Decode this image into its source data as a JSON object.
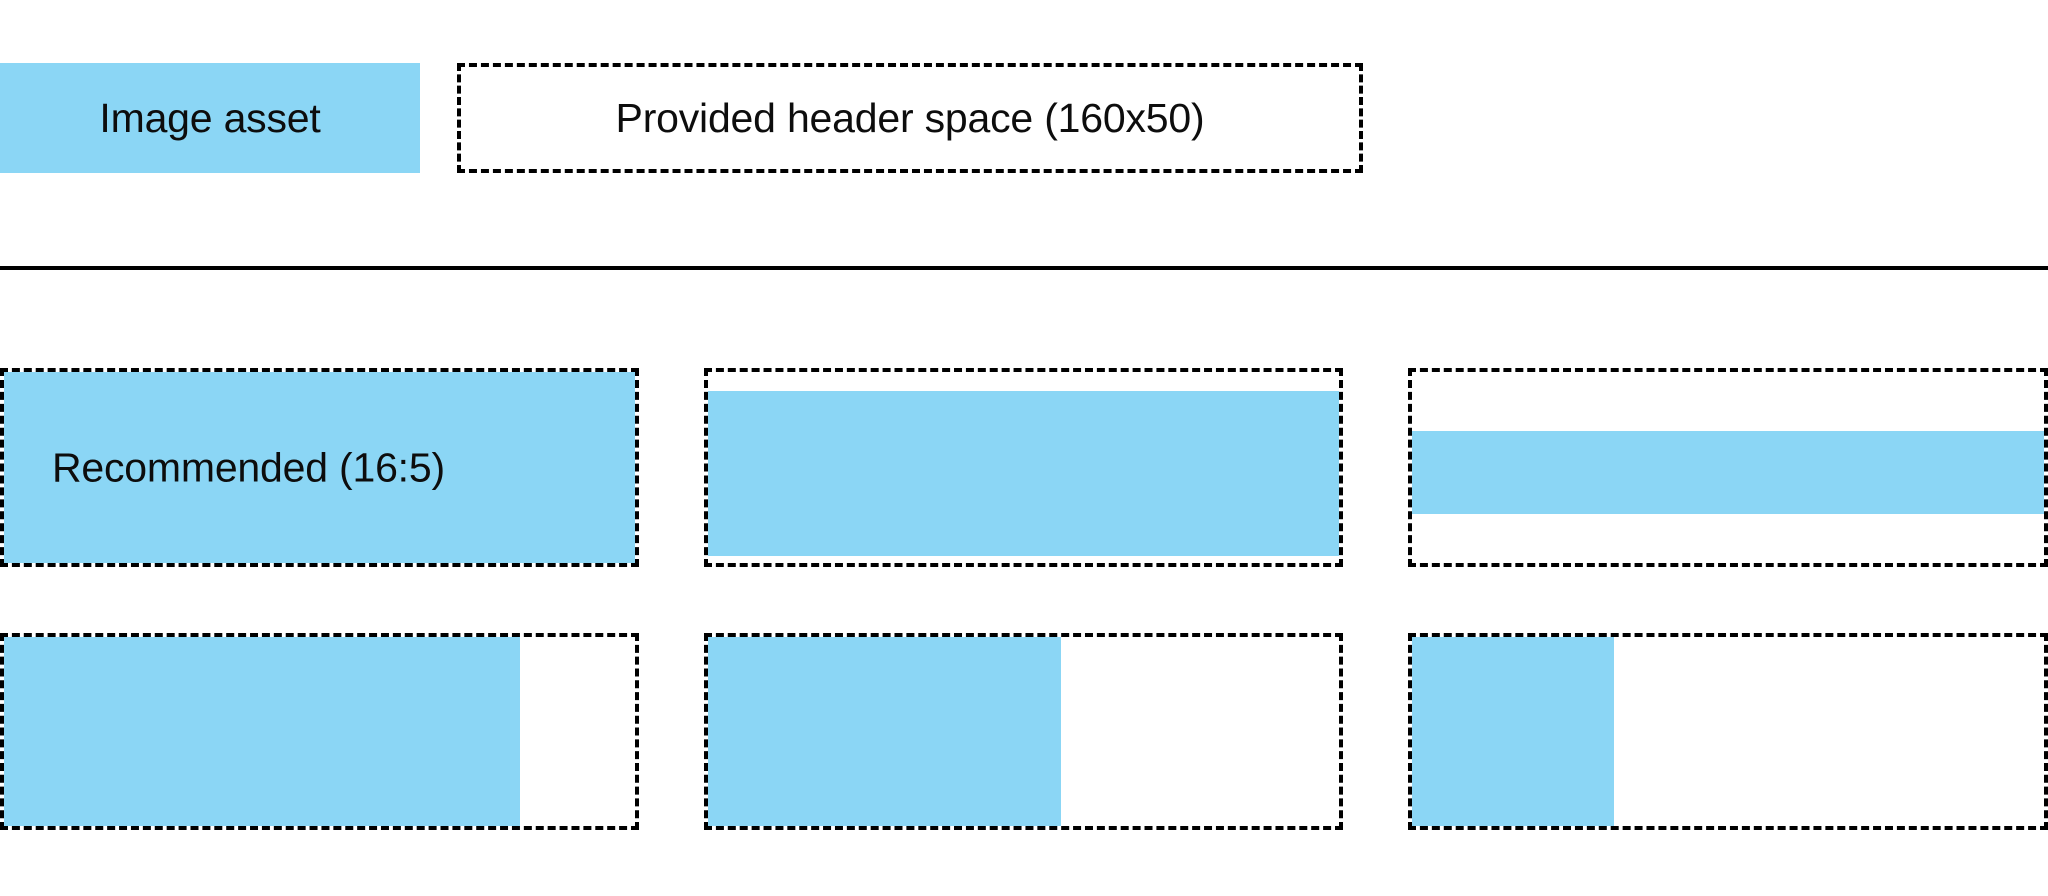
{
  "header": {
    "asset_chip_label": "Image asset",
    "header_space_label": "Provided header space (160x50)"
  },
  "colors": {
    "asset_blue": "#8BD6F5",
    "outline_black": "#000000",
    "text_black": "#0d0d0d",
    "background_white": "#ffffff"
  },
  "ratio_guide": {
    "caption": "Recommended (16:5)",
    "rows": [
      {
        "name": "height-variation-row",
        "cells": [
          {
            "name": "recommended-ratio-cell",
            "fill_width_pct": 100,
            "fill_height_pct": 100,
            "fill_align": "full",
            "has_caption": true
          },
          {
            "name": "shorter-asset-cell",
            "fill_width_pct": 100,
            "fill_height_pct": 83,
            "fill_align": "vertical-center",
            "has_caption": false
          },
          {
            "name": "shortest-asset-cell",
            "fill_width_pct": 100,
            "fill_height_pct": 42,
            "fill_align": "vertical-center",
            "has_caption": false
          }
        ]
      },
      {
        "name": "width-variation-row",
        "cells": [
          {
            "name": "wide-asset-cell",
            "fill_width_pct": 81,
            "fill_height_pct": 100,
            "fill_align": "left",
            "has_caption": false
          },
          {
            "name": "medium-asset-cell",
            "fill_width_pct": 55,
            "fill_height_pct": 100,
            "fill_align": "left",
            "has_caption": false
          },
          {
            "name": "narrow-asset-cell",
            "fill_width_pct": 32,
            "fill_height_pct": 100,
            "fill_align": "left",
            "has_caption": false
          }
        ]
      }
    ]
  }
}
